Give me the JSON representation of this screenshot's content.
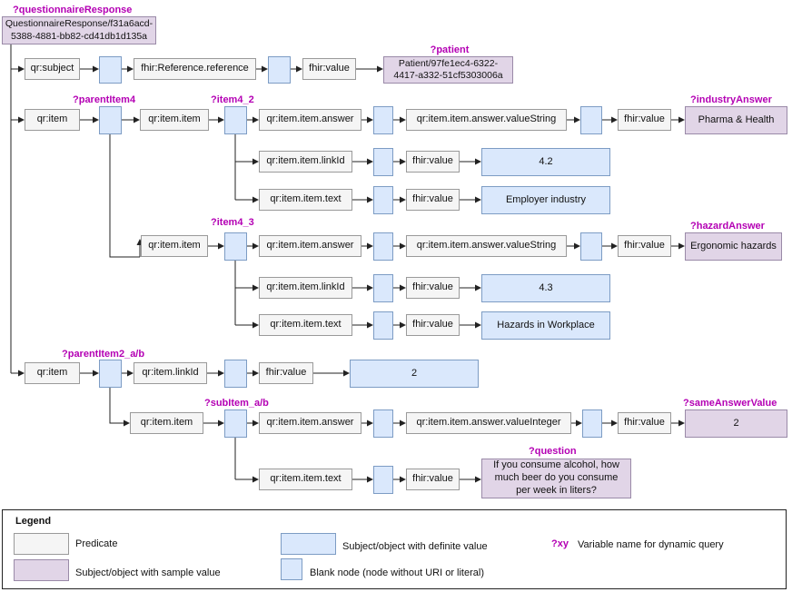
{
  "variables": {
    "questionnaire_response": "?questionnaireResponse",
    "patient": "?patient",
    "parent_item4": "?parentItem4",
    "item4_2": "?item4_2",
    "industry_answer": "?industryAnswer",
    "item4_3": "?item4_3",
    "hazard_answer": "?hazardAnswer",
    "parent_item2": "?parentItem2_a/b",
    "sub_item": "?subItem_a/b",
    "same_answer_value": "?sameAnswerValue",
    "question": "?question"
  },
  "nodes": {
    "qr_uri": "QuestionnaireResponse/f31a6acd-5388-4881-bb82-cd41db1d135a",
    "patient_ref": "Patient/97fe1ec4-6322-4417-a332-51cf5303006a",
    "industry_value": "Pharma & Health",
    "linkid_42": "4.2",
    "employer_industry": "Employer industry",
    "hazard_value": "Ergonomic hazards",
    "linkid_43": "4.3",
    "hazards_workplace": "Hazards in Workplace",
    "linkid_2": "2",
    "same_answer": "2",
    "question_text": "If you consume alcohol, how much beer do you consume per week in liters?"
  },
  "predicates": {
    "qr_subject": "qr:subject",
    "fhir_reference": "fhir:Reference.reference",
    "fhir_value": "fhir:value",
    "qr_item": "qr:item",
    "qr_item_item": "qr:item.item",
    "qr_item_item_answer": "qr:item.item.answer",
    "qr_answer_value_string": "qr:item.item.answer.valueString",
    "qr_answer_value_integer": "qr:item.item.answer.valueInteger",
    "qr_item_item_linkid": "qr:item.item.linkId",
    "qr_item_item_text": "qr:item.item.text",
    "qr_item_linkid": "qr:item.linkId"
  },
  "legend": {
    "title": "Legend",
    "predicate": "Predicate",
    "sample_value": "Subject/object with sample value",
    "definite_value": "Subject/object with definite value",
    "blank_node": "Blank node (node without URI or literal)",
    "variable_symbol": "?xy",
    "variable_desc": "Variable name for dynamic query"
  },
  "colors": {
    "predicate_fill": "#f5f5f5",
    "definite_fill": "#dae8fc",
    "sample_fill": "#e1d5e7",
    "variable_text": "#b400b4"
  }
}
